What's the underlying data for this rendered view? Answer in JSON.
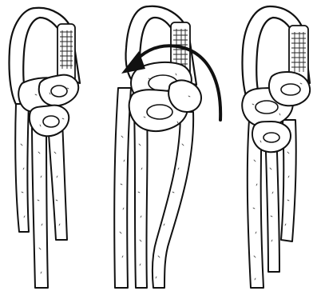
{
  "diagram": {
    "panels": [
      {
        "id": "step-1",
        "arrow": false
      },
      {
        "id": "step-2",
        "arrow": true
      },
      {
        "id": "step-3",
        "arrow": false
      }
    ],
    "colors": {
      "ink": "#111111",
      "paper": "#ffffff"
    }
  }
}
